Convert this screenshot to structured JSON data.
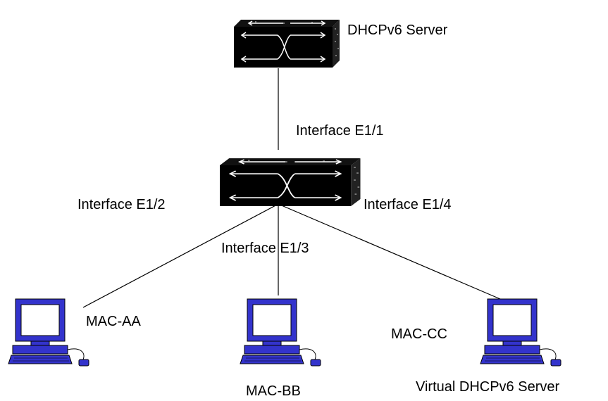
{
  "diagram": {
    "devices": {
      "server": {
        "label": "DHCPv6 Server",
        "icon": "network-switch-icon"
      },
      "access_switch": {
        "icon": "network-switch-icon"
      },
      "host_aa": {
        "label": "MAC-AA",
        "icon": "desktop-computer-icon"
      },
      "host_bb": {
        "label": "MAC-BB",
        "icon": "desktop-computer-icon"
      },
      "host_cc": {
        "label": "MAC-CC",
        "sublabel": "Virtual DHCPv6 Server",
        "icon": "desktop-computer-icon"
      }
    },
    "interfaces": {
      "e1_1": "Interface E1/1",
      "e1_2": "Interface E1/2",
      "e1_3": "Interface E1/3",
      "e1_4": "Interface E1/4"
    },
    "colors": {
      "switch_body": "#000000",
      "switch_arrow": "#ffffff",
      "computer_fill": "#3333cc",
      "computer_screen": "#ffffff",
      "line": "#000000"
    }
  }
}
